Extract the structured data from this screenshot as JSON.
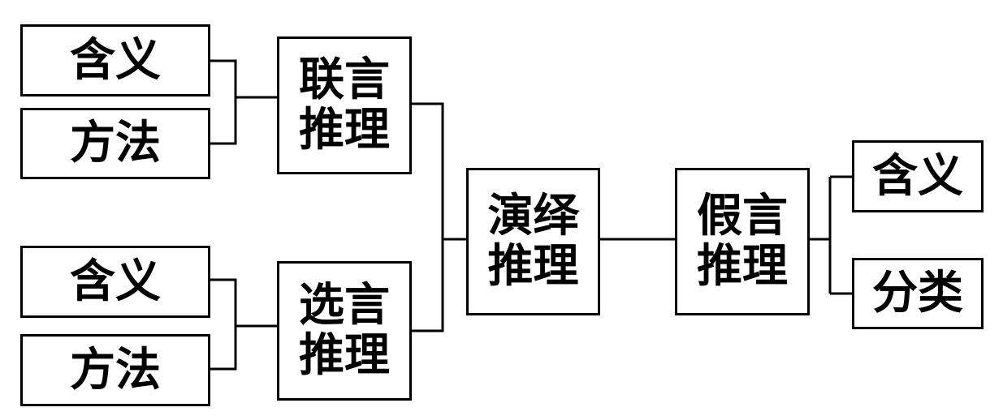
{
  "nodes": {
    "conj_meaning": "含义",
    "conj_method": "方法",
    "conj": [
      "联言",
      "推理"
    ],
    "disj_meaning": "含义",
    "disj_method": "方法",
    "disj": [
      "选言",
      "推理"
    ],
    "deduction": [
      "演绎",
      "推理"
    ],
    "hypo": [
      "假言",
      "推理"
    ],
    "hypo_meaning": "含义",
    "hypo_class": "分类"
  }
}
